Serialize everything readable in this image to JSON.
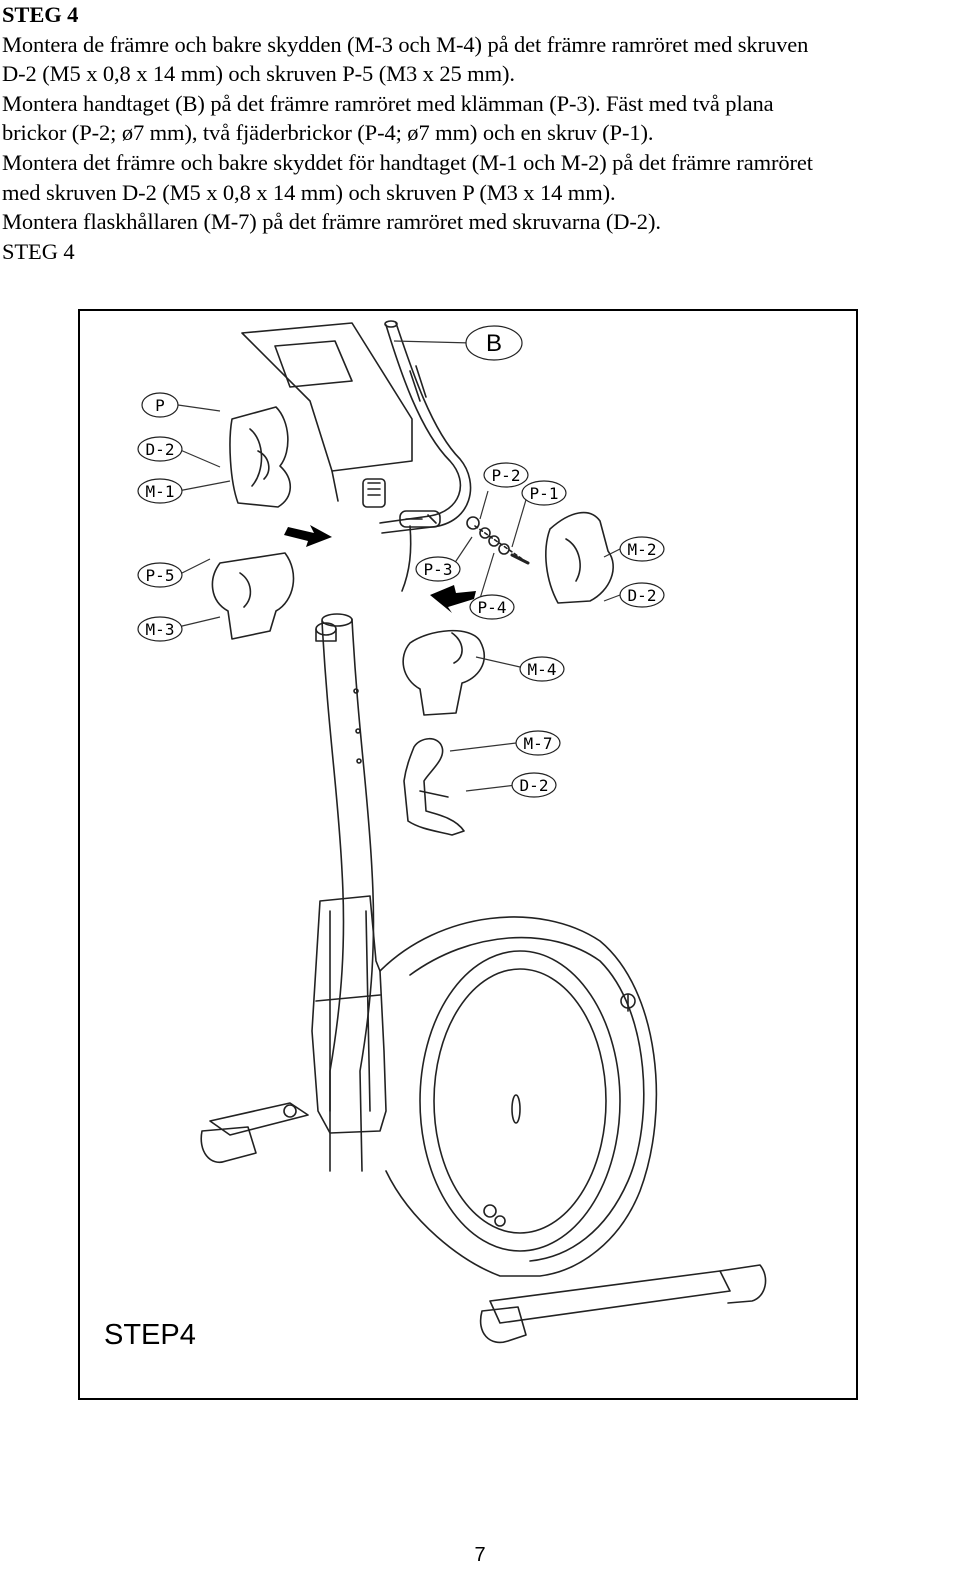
{
  "heading": "STEG 4",
  "instructions": [
    "Montera de främre och bakre skydden (M-3 och M-4) på det främre ramröret med skruven",
    "D-2 (M5 x 0,8 x 14 mm) och skruven P-5 (M3 x 25 mm).",
    "Montera handtaget (B) på det främre ramröret med klämman (P-3). Fäst med två plana",
    "brickor (P-2; ø7 mm), två fjäderbrickor (P-4; ø7 mm) och en skruv (P-1).",
    "Montera det främre och bakre skyddet för handtaget (M-1 och M-2) på det främre ramröret",
    "med skruven D-2 (M5 x 0,8 x 14 mm) och skruven P (M3 x 14 mm).",
    "Montera flaskhållaren (M-7) på det främre ramröret med skruvarna (D-2)."
  ],
  "footer_heading": "STEG 4",
  "figure": {
    "labels": {
      "B": "B",
      "P": "P",
      "D2_top": "D-2",
      "M1": "M-1",
      "P5": "P-5",
      "M3": "M-3",
      "P3": "P-3",
      "P2": "P-2",
      "P1": "P-1",
      "P4": "P-4",
      "M2": "M-2",
      "D2_right": "D-2",
      "M4": "M-4",
      "M7": "M-7",
      "D2_bottom": "D-2"
    },
    "step_label": "STEP4"
  },
  "page_number": "7"
}
